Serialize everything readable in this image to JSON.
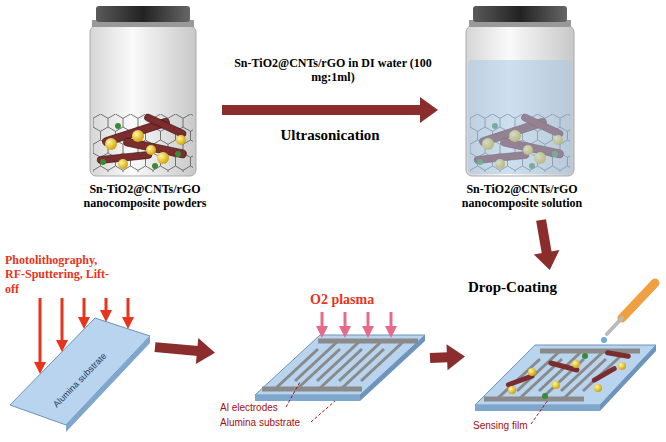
{
  "diagram": {
    "nodes": [
      {
        "text": [
          "Sn-TiO2@CNTs/rGO nanocomposite powders"
        ]
      },
      {
        "text": [
          "Sn-TiO2@CNTs/rGO nanocomposite solution"
        ]
      },
      {
        "text": [
          "Photolithography, RF-Sputtering, Lift-off",
          "Alumina substrate"
        ]
      },
      {
        "text": [
          "O2 plasma",
          "Al electrodes",
          "Alumina substrate"
        ]
      },
      {
        "text": [
          "Drop-Coating",
          "Sensing film"
        ]
      }
    ],
    "edges": [
      {
        "from": 0,
        "to": 1,
        "arrow": "to",
        "label": "Ultrasonication"
      },
      {
        "from": 1,
        "to": 4,
        "arrow": "to"
      },
      {
        "from": 2,
        "to": 3,
        "arrow": "to"
      },
      {
        "from": 3,
        "to": 4,
        "arrow": "to"
      }
    ],
    "labels": [
      "Sn-TiO2@CNTs/rGO in DI water (100 mg:1ml)"
    ]
  }
}
